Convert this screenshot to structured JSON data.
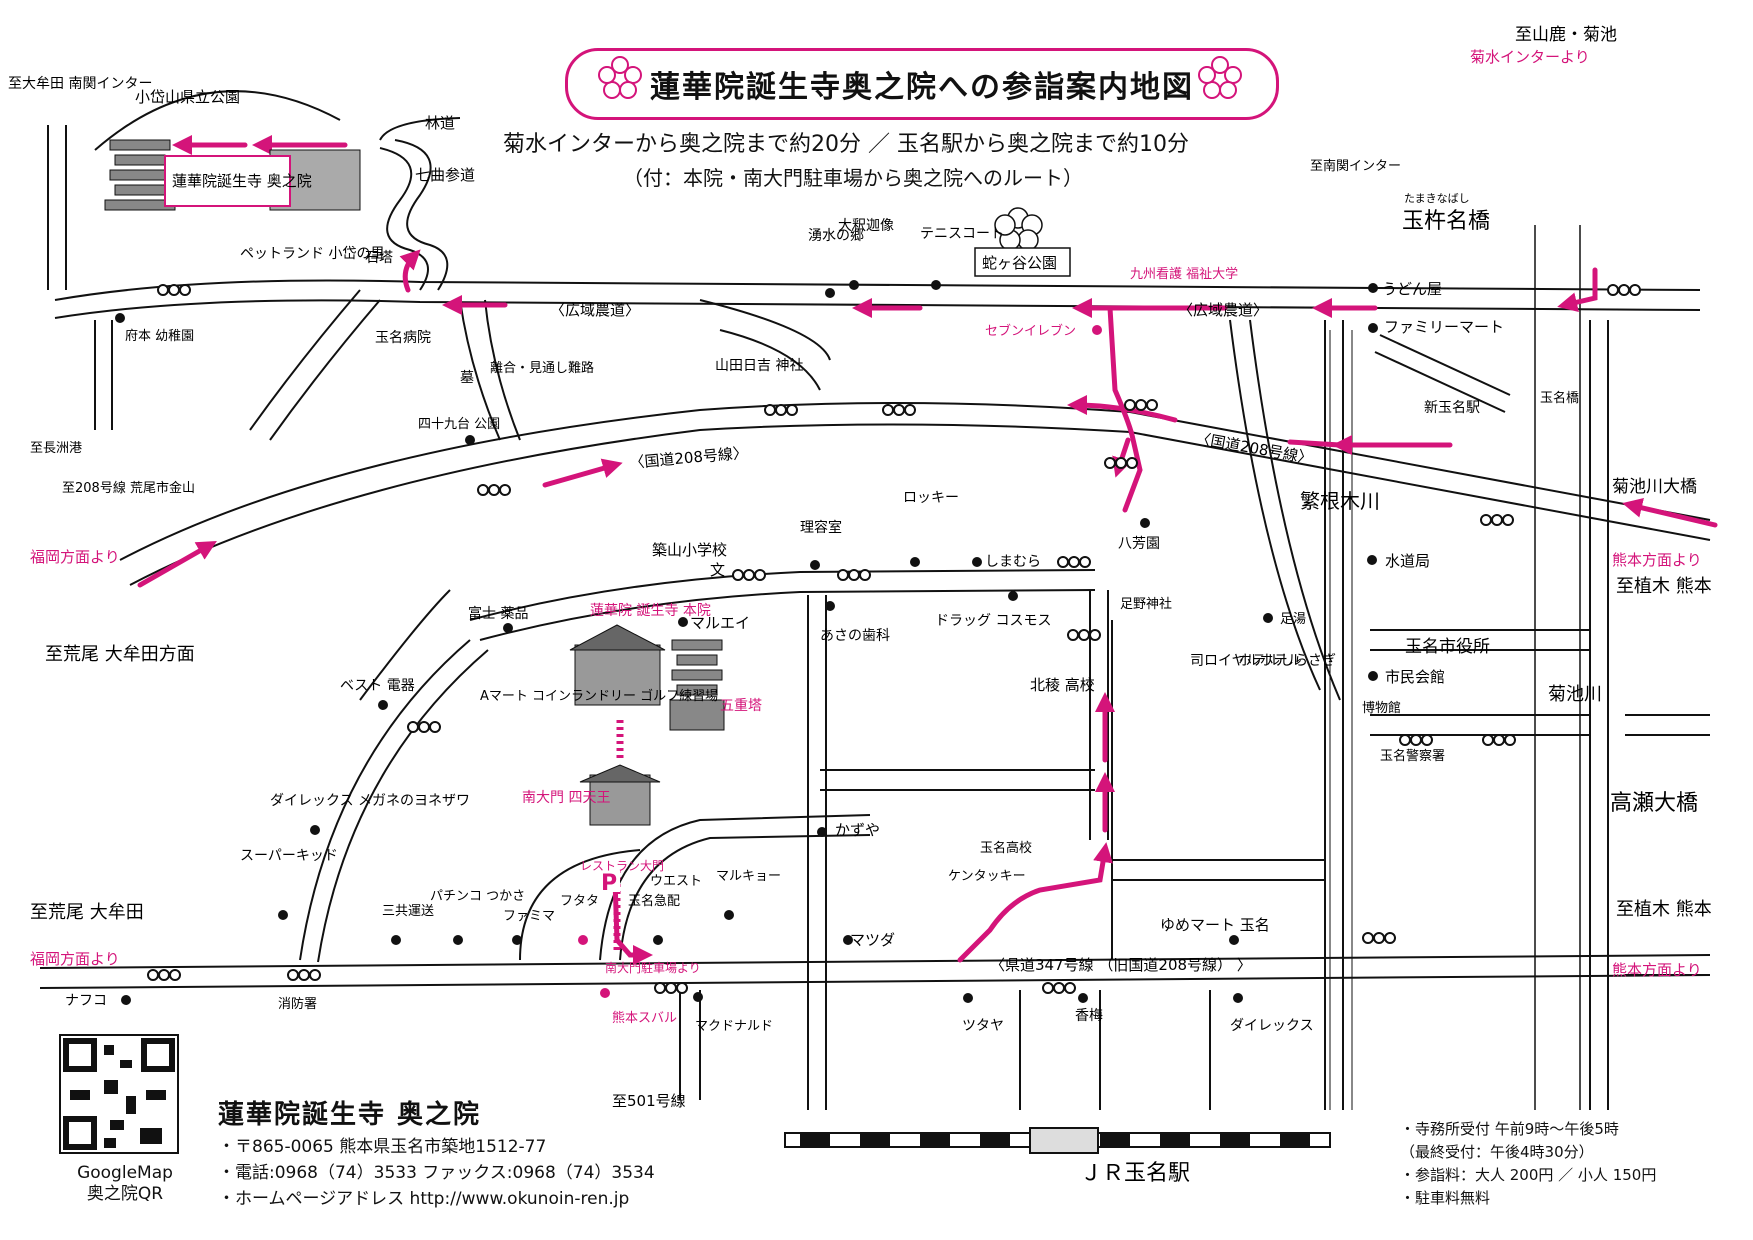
{
  "header": {
    "title": "蓮華院誕生寺奥之院への参詣案内地図",
    "route_time": "菊水インターから奥之院まで約20分 ／ 玉名駅から奥之院まで約10分",
    "route_note": "（付：本院・南大門駐車場から奥之院へのルート）"
  },
  "colors": {
    "route": "#d4147a",
    "road": "#111111",
    "background": "#ffffff"
  },
  "roads": {
    "kouiki": "〈広域農道〉",
    "kouiki_2": "〈広域農道〉",
    "r208": "〈国道208号線〉",
    "r208_2": "〈国道208号線〉",
    "pref347": "〈県道347号線 （旧国道208号線） 〉",
    "rindo": "林道",
    "nanamagari": "七曲参道",
    "to501": "至501号線"
  },
  "directions": {
    "to_omuta_minamiseki": "至大牟田 南関インター",
    "to_nagasu": "至長洲港",
    "to_208_arao": "至208号線 荒尾市金山",
    "to_arao_omuta": "至荒尾 大牟田方面",
    "to_arao_omuta_2": "至荒尾 大牟田",
    "from_fukuoka": "福岡方面より",
    "from_fukuoka_2": "福岡方面より",
    "to_yamaga_kikuchi": "至山鹿・菊池",
    "from_kikusui_ic": "菊水インターより",
    "to_minamiseki_ic": "至南関インター",
    "to_ueki_kumamoto": "至植木 熊本",
    "to_ueki_kumamoto_2": "至植木 熊本",
    "from_kumamoto": "熊本方面より",
    "from_kumamoto_2": "熊本方面より"
  },
  "landmarks": {
    "park": "小岱山県立公園",
    "okunoin": "蓮華院誕生寺 奥之院",
    "petland": "ペットランド 小岱の里",
    "sekito": "石塔",
    "yusui": "湧水の郷",
    "daishaka": "大釈迦像",
    "tennis": "テニスコート",
    "jagaya": "蛇ヶ谷公園",
    "kyushu_kango": "九州看護 福祉大学",
    "udon": "うどん屋",
    "tamakina_ruby": "たまきなばし",
    "tamakina": "玉杵名橋",
    "seven": "セブンイレブン",
    "family": "ファミリーマート",
    "shin_tamana": "新玉名駅",
    "tamana_bashi": "玉名橋",
    "kikuchigawa_bridge": "菊池川大橋",
    "yamada_hiyoshi": "山田日吉 神社",
    "tamana_hospital": "玉名病院",
    "fu_kindergarten": "府本 幼稚園",
    "haka": "墓",
    "rigou": "離合・見通し難路",
    "shijukudai": "四十九台 公園",
    "rocky": "ロッキー",
    "riyoushitsu": "理容室",
    "tsukiyama_school": "築山小学校",
    "shimamura": "しまむら",
    "happouen": "八芳園",
    "ashino_shrine": "足野神社",
    "shigenegi": "繁根木川",
    "suidou": "水道局",
    "ashiyu": "足湯",
    "city_office": "玉名市役所",
    "shimin_kaikan": "市民会館",
    "hakubutsukan": "博物館",
    "fuji_yakuhin": "富士 薬品",
    "honin": "蓮華院 誕生寺 本院",
    "maruei": "マルエイ",
    "gojunoto": "五重塔",
    "best_denki": "ベスト 電器",
    "amart": "Aマート コインランドリー ゴルフ練習場",
    "asano": "あさの歯科",
    "drug_cosmos": "ドラッグ コスモス",
    "hoku_ryo": "北稜 高校",
    "royal_hotel": "司ロイヤルホテル",
    "hotel_shirasagi": "ホテルしらさぎ",
    "kikuchigawa": "菊池川",
    "takase_bridge": "高瀬大橋",
    "tamana_police": "玉名警察署",
    "direx_glasses": "ダイレックス メガネのヨネザワ",
    "super_kid": "スーパーキッド",
    "nandaimon": "南大門 四天王",
    "kazuya": "かずや",
    "tamana_highschool": "玉名高校",
    "kfc": "ケンタッキー",
    "sankyo": "三共運送",
    "pachinko": "パチンコ つかさ",
    "familymart2": "ファミマ",
    "futata": "フタタ",
    "tamana_kyuuden": "玉名急配",
    "west": "ウエスト",
    "marukyo": "マルキョー",
    "restaurant_nandaimon": "レストラン大門",
    "mazda": "マツダ",
    "youme": "ゆめマート 玉名",
    "parking_route": "南大門駐車場より",
    "nafuko": "ナフコ",
    "fire_station": "消防署",
    "kumamoto_subaru": "熊本スバル",
    "mcd": "マクドナルド",
    "tsutaya": "ツタヤ",
    "koubai": "香梅",
    "direx2": "ダイレックス",
    "jr_station": "ＪＲ玉名駅",
    "parking_p": "P",
    "bun": "文"
  },
  "footer": {
    "qr_caption_1": "GoogleMap",
    "qr_caption_2": "奥之院QR",
    "name": "蓮華院誕生寺 奥之院",
    "postal": "・〒865-0065  熊本県玉名市築地1512-77",
    "phone": "・電話:0968（74）3533  ファックス:0968（74）3534",
    "web": "・ホームページアドレス  http://www.okunoin-ren.jp",
    "office": "・寺務所受付  午前9時～午後5時",
    "last": "（最終受付：午後4時30分）",
    "fee": "・参詣料：大人 200円 ／ 小人 150円",
    "parking": "・駐車料無料"
  }
}
